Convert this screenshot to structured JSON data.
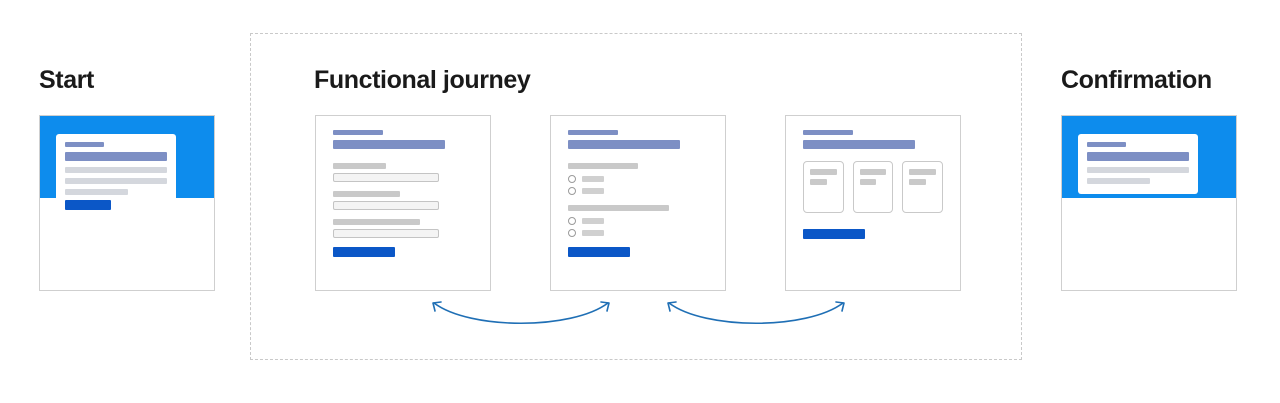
{
  "diagram": {
    "sections": {
      "start": {
        "title": "Start"
      },
      "journey": {
        "title": "Functional journey"
      },
      "confirmation": {
        "title": "Confirmation"
      }
    },
    "colors": {
      "banner_blue": "#0d8ced",
      "primary_button_blue": "#0b57c7",
      "accent_slate": "#7d8fc4",
      "skeleton_gray": "#c9c9c9",
      "arrow_blue": "#1f6fb5",
      "container_border": "#c9c9c9",
      "heading_text": "#1a1a1a"
    },
    "screens": {
      "start_card": {
        "name": "start-screen-mockup",
        "banner": true,
        "panel": {
          "eyebrow_width": "38%",
          "heading_width": "100%",
          "lines": [
            "100%",
            "100%",
            "62%"
          ],
          "has_button": true,
          "button_width": "45%"
        }
      },
      "confirmation_card": {
        "name": "confirmation-screen-mockup",
        "banner": true,
        "panel": {
          "eyebrow_width": "38%",
          "heading_width": "100%",
          "lines": [
            "100%",
            "62%"
          ],
          "has_button": false
        }
      },
      "journey_form": {
        "name": "form-screen-mockup",
        "eyebrow_width": "36%",
        "heading_width": "80%",
        "fields": [
          {
            "label_width": "38%",
            "input_width": "76%"
          },
          {
            "label_width": "48%",
            "input_width": "76%"
          },
          {
            "label_width": "62%",
            "input_width": "76%"
          }
        ],
        "button_width": "44%"
      },
      "journey_choice": {
        "name": "choice-screen-mockup",
        "eyebrow_width": "36%",
        "heading_width": "80%",
        "groups": [
          {
            "label_width": "50%",
            "options": 2
          },
          {
            "label_width": "72%",
            "options": 2
          }
        ],
        "button_width": "44%"
      },
      "journey_tiles": {
        "name": "tile-selection-screen-mockup",
        "eyebrow_width": "36%",
        "heading_width": "80%",
        "tiles": 3,
        "button_width": "44%"
      }
    },
    "connectors": [
      {
        "name": "bidirectional-arrow-1",
        "direction": "both",
        "between": [
          "journey_form",
          "journey_choice"
        ]
      },
      {
        "name": "bidirectional-arrow-2",
        "direction": "both",
        "between": [
          "journey_choice",
          "journey_tiles"
        ]
      }
    ]
  }
}
